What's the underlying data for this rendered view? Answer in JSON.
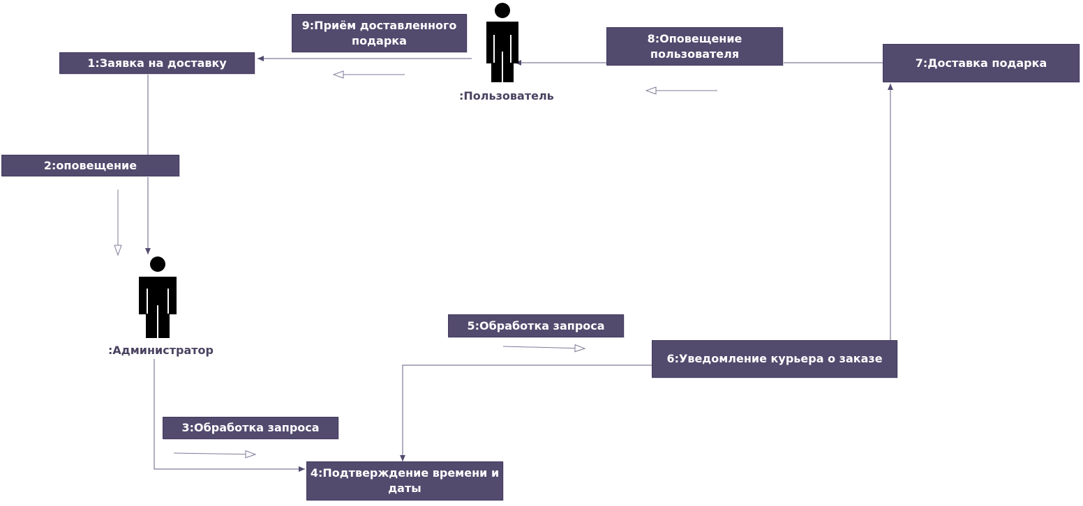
{
  "diagram": {
    "actors": {
      "user": {
        "label": ":Пользователь"
      },
      "admin": {
        "label": ":Администратор"
      }
    },
    "messages": {
      "m1": "1:Заявка на доставку",
      "m2": "2:оповещение",
      "m3": "3:Обработка запроса",
      "m4": "4:Подтверждение времени и\nдаты",
      "m5": "5:Обработка запроса",
      "m6": "6:Уведомление курьера о заказе",
      "m7": "7:Доставка подарка",
      "m8": "8:Оповещение\nпользователя",
      "m9": "9:Приём доставленного\nподарка"
    },
    "colors": {
      "box_fill": "#534b6e",
      "line": "#7f7a96",
      "actor": "#000000"
    }
  }
}
